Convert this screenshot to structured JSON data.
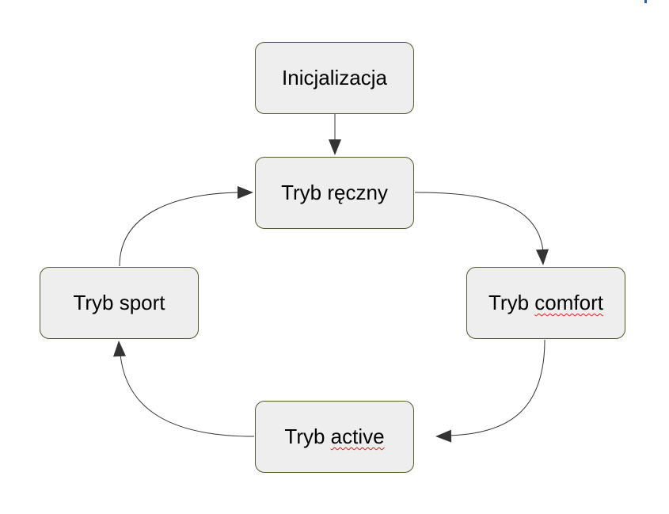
{
  "diagram": {
    "nodes": {
      "init": {
        "prefix": "",
        "word": "Inicjalizacja",
        "misspelled": false
      },
      "manual": {
        "prefix": "Tryb ",
        "word": "ręczny",
        "misspelled": false
      },
      "comfort": {
        "prefix": "Tryb ",
        "word": "comfort",
        "misspelled": true
      },
      "active": {
        "prefix": "Tryb ",
        "word": "active",
        "misspelled": true
      },
      "sport": {
        "prefix": "Tryb ",
        "word": "sport",
        "misspelled": false
      }
    },
    "edges": [
      {
        "from": "init",
        "to": "manual"
      },
      {
        "from": "manual",
        "to": "comfort"
      },
      {
        "from": "comfort",
        "to": "active"
      },
      {
        "from": "active",
        "to": "sport"
      },
      {
        "from": "sport",
        "to": "manual"
      }
    ],
    "colors": {
      "node_fill": "#eeeeee",
      "node_border": "#4e5a2a",
      "edge": "#333333",
      "arrowhead": "#333333",
      "spellcheck_underline": "#e0201a"
    }
  }
}
